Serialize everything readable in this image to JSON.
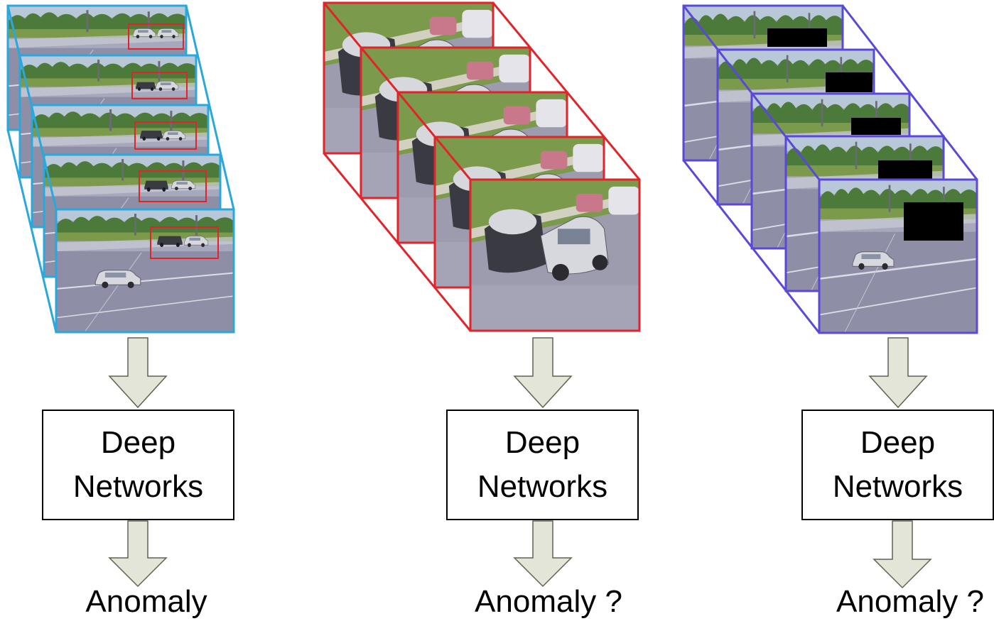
{
  "columns": [
    {
      "id": "left",
      "frame_color": "#29a8dc",
      "box_line1": "Deep",
      "box_line2": "Networks",
      "output_label": "Anomaly"
    },
    {
      "id": "middle",
      "frame_color": "#e0242a",
      "box_line1": "Deep",
      "box_line2": "Networks",
      "output_label": "Anomaly ?"
    },
    {
      "id": "right",
      "frame_color": "#5a48d8",
      "box_line1": "Deep",
      "box_line2": "Networks",
      "output_label": "Anomaly ?"
    }
  ],
  "colors": {
    "arrow_fill": "#e2e5d8",
    "arrow_stroke": "#5e6350",
    "highlight_box": "#e0242a",
    "occlusion": "#000000",
    "sky": "#b8c8d8",
    "trees": "#4c7a3a",
    "grass": "#7c9a4c",
    "road": "#8e8ea6",
    "car_silver": "#d6d8de",
    "car_dark": "#3a3a42",
    "car_red": "#c8788a"
  }
}
